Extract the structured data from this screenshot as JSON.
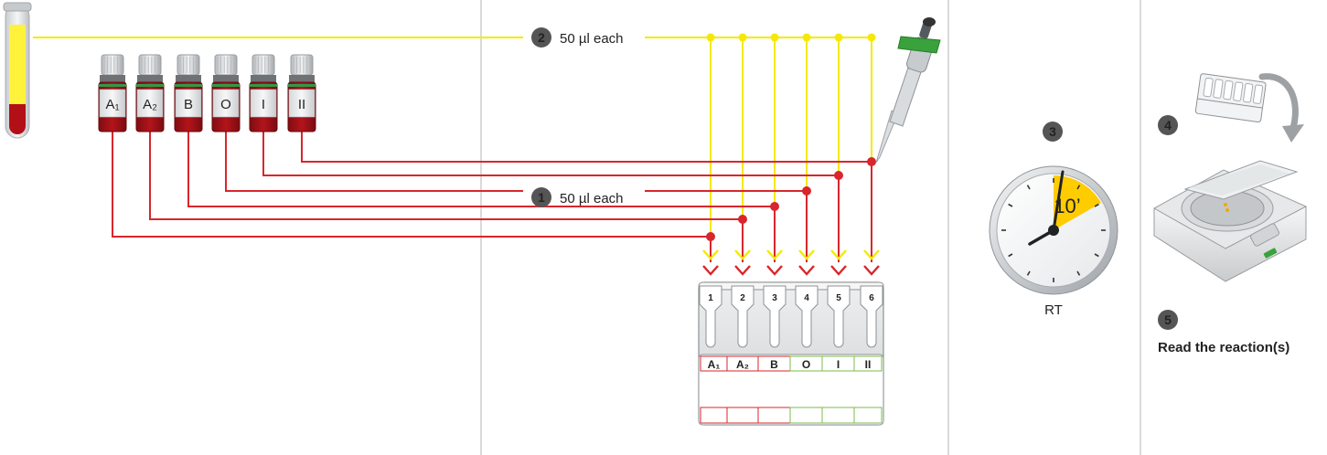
{
  "steps": {
    "step1": {
      "number": "1",
      "text": "50 µl each"
    },
    "step2": {
      "number": "2",
      "text": "50 µl each"
    },
    "step3": {
      "number": "3",
      "text": "RT"
    },
    "step4": {
      "number": "4"
    },
    "step5": {
      "number": "5",
      "text": "Read the reaction(s)"
    }
  },
  "clock": {
    "time_label": "10’"
  },
  "reagent_vials": [
    "A₁",
    "A₂",
    "B",
    "O",
    "I",
    "II"
  ],
  "card": {
    "well_numbers": [
      "1",
      "2",
      "3",
      "4",
      "5",
      "6"
    ],
    "well_labels": [
      "A₁",
      "A₂",
      "B",
      "O",
      "I",
      "II"
    ]
  },
  "colors": {
    "yellow_line": "#f5e900",
    "red_line": "#d8262c",
    "blood_red": "#b30f16",
    "plasma_yellow": "#fff23a",
    "dark_bullet": "#555555",
    "panel_divider": "#b4b4b4",
    "card_red": "#d8262c",
    "card_green": "#7dbb4a"
  }
}
